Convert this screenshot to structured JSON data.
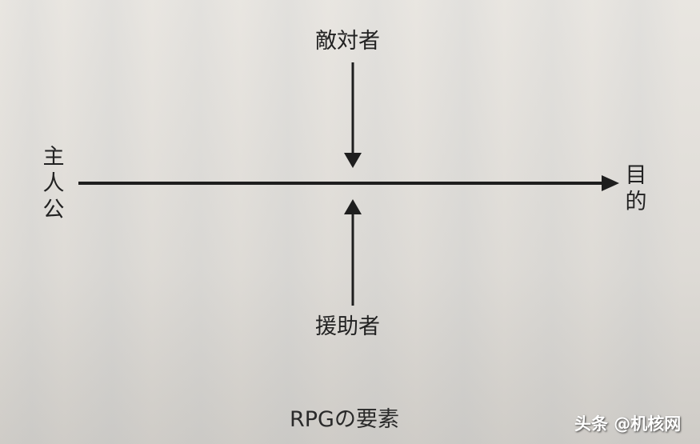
{
  "diagram": {
    "labels": {
      "top": "敵対者",
      "bottom": "援助者",
      "left": [
        "主",
        "人",
        "公"
      ],
      "right": [
        "目",
        "的"
      ]
    },
    "caption": "RPGの要素",
    "edges": [
      {
        "from": "主人公",
        "to": "目的",
        "direction": "right"
      },
      {
        "from": "敵対者",
        "to": "center",
        "direction": "down"
      },
      {
        "from": "援助者",
        "to": "center",
        "direction": "up"
      }
    ],
    "colors": {
      "line": "#1e1e1e",
      "paper": "#e4e1dc"
    }
  },
  "watermark": {
    "text": "头条 @机核网"
  }
}
